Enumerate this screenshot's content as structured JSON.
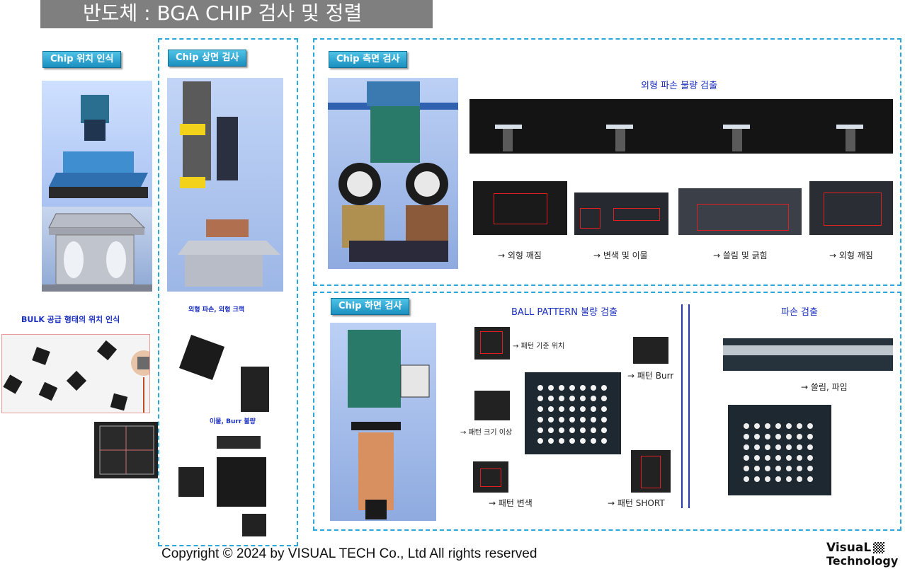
{
  "title": "반도체 : BGA CHIP 검사 및 정렬",
  "sections": {
    "position": {
      "tag": "Chip 위치 인식",
      "bulk_label": "BULK 공급 형태의 위치 인식"
    },
    "top": {
      "tag": "Chip 상면 검사",
      "label1": "외형 파손, 외형 크랙",
      "label2": "이물, Burr 불량"
    },
    "side": {
      "tag": "Chip 측면 검사",
      "header": "외형 파손 불량 검출",
      "captions": [
        "→ 외형 깨짐",
        "→ 변색 및 이물",
        "→ 쓸림 및 긁힘",
        "→ 외형 깨짐"
      ]
    },
    "bottom": {
      "tag": "Chip 하면 검사",
      "ball_header": "BALL PATTERN 불량 검출",
      "damage_header": "파손 검출",
      "captions": {
        "ref": "→ 패턴 기준 위치",
        "burr": "→ 패턴 Burr",
        "size": "→ 패턴 크기 이상",
        "discolor": "→ 패턴 변색",
        "short": "→ 패턴 SHORT",
        "scratch": "→ 쓸림, 파임"
      }
    }
  },
  "footer": {
    "copyright": "Copyright © 2024 by VISUAL TECH Co., Ltd All rights reserved",
    "logo_line1": "VisuaL",
    "logo_line2": "Technology"
  }
}
